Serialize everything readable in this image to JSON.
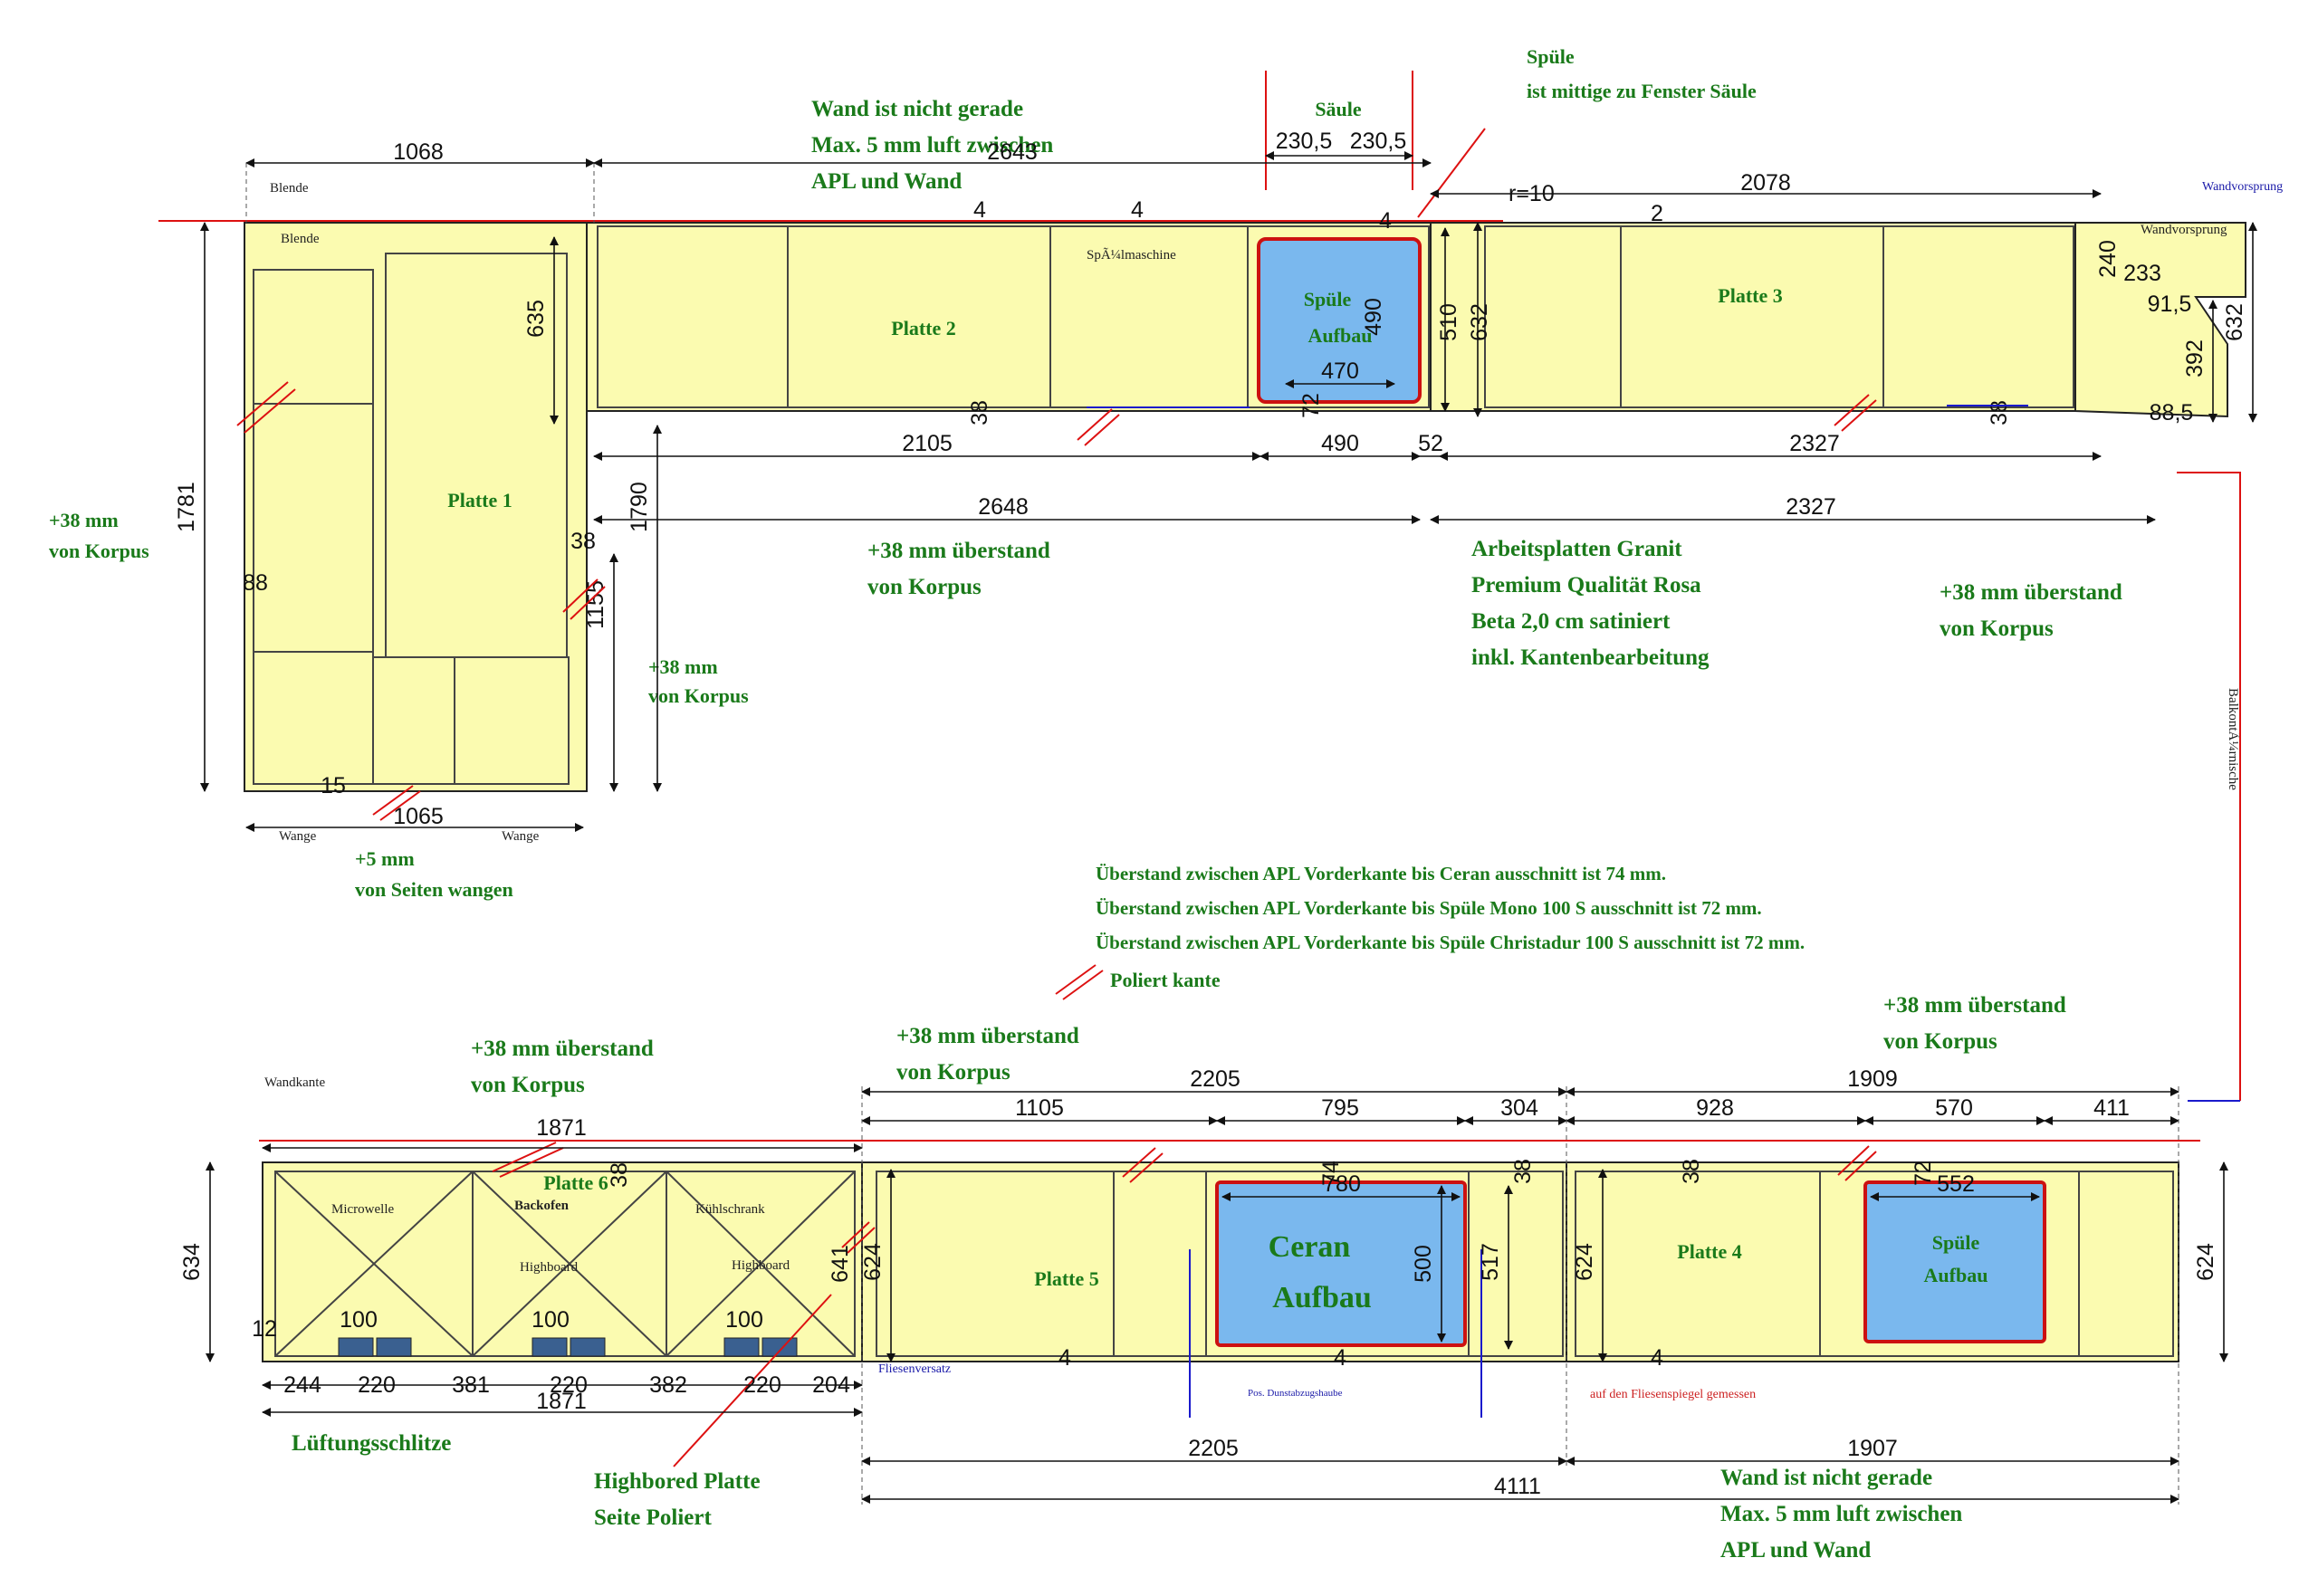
{
  "upper": {
    "plate_labels": [
      "Platte 1",
      "Platte 2",
      "Platte 3"
    ],
    "tags": {
      "blende_outer": "Blende",
      "blende_inner": "Blende",
      "spuelmaschine": "SpÃ¼lmaschine",
      "wandvorsprung_blue": "Wandvorsprung",
      "wandvorsprung_black": "Wandvorsprung",
      "wange_left": "Wange",
      "wange_right": "Wange",
      "balkontuer": "BalkontÃ¼rnische"
    },
    "sink": {
      "line1": "Spüle",
      "line2": "Aufbau",
      "width": "470",
      "height": "490",
      "offset": "72"
    },
    "saeule": "Säule",
    "saeule_dims": [
      "230,5",
      "230,5"
    ],
    "spuele_note": [
      "Spüle",
      "ist mittige zu Fenster Säule"
    ],
    "wall_note": [
      "Wand ist nicht gerade",
      "Max. 5 mm luft zwischen",
      "APL und Wand"
    ],
    "material_note": [
      "Arbeitsplatten Granit",
      "Premium Qualität Rosa",
      "Beta 2,0 cm satiniert",
      "inkl. Kantenbearbeitung"
    ],
    "korpus_left": [
      "+38 mm",
      "von Korpus"
    ],
    "korpus_mid": [
      "+38 mm überstand",
      "von Korpus"
    ],
    "korpus_small": [
      "+38 mm",
      "von Korpus"
    ],
    "korpus_right": [
      "+38 mm überstand",
      "von Korpus"
    ],
    "wangen_note": [
      "+5 mm",
      "von Seiten wangen"
    ],
    "radius": "r=10",
    "dims": {
      "d1068": "1068",
      "d2643": "2643",
      "d2078": "2078",
      "d635": "635",
      "d1781": "1781",
      "d1790": "1790",
      "d1155": "1155",
      "d38a": "38",
      "d88": "88",
      "d1065": "1065",
      "d2105": "2105",
      "d490": "490",
      "d52": "52",
      "d2327a": "2327",
      "d2648": "2648",
      "d2327b": "2327",
      "d510": "510",
      "d632a": "632",
      "d632b": "632",
      "d240": "240",
      "d233": "233",
      "d91_5": "91,5",
      "d392": "392",
      "d88_5": "88,5",
      "d38b": "38",
      "d38c": "38",
      "d4a": "4",
      "d4b": "4",
      "d4c": "4",
      "d2": "2",
      "d15": "15"
    }
  },
  "middle_notes": [
    "Überstand zwischen APL Vorderkante bis Ceran ausschnitt ist 74 mm.",
    "Überstand zwischen APL Vorderkante bis Spüle Mono 100 S ausschnitt ist 72 mm.",
    "Überstand zwischen APL Vorderkante bis Spüle Christadur 100 S ausschnitt ist 72 mm."
  ],
  "poliert_legend": "Poliert kante",
  "lower": {
    "plate_labels": [
      "Platte 6",
      "Platte 5",
      "Platte 4"
    ],
    "tags": {
      "wandkante": "Wandkante",
      "microwelle": "Microwelle",
      "backofen": "Backofen",
      "kuehlschrank": "Kühlschrank",
      "highboard1": "Highboard",
      "highboard2": "Highboard",
      "fliesenversatz": "Fliesenversatz",
      "dunstabzug": "Pos. Dunstabzugshaube",
      "fliesenspiegel": "auf den Fliesenspiegel gemessen"
    },
    "ceran": {
      "line1": "Ceran",
      "line2": "Aufbau",
      "width": "780",
      "height": "500",
      "offset": "74"
    },
    "sink": {
      "line1": "Spüle",
      "line2": "Aufbau",
      "width": "552",
      "offset": "72"
    },
    "korpus_left": [
      "+38 mm überstand",
      "von Korpus"
    ],
    "korpus_mid": [
      "+38 mm überstand",
      "von Korpus"
    ],
    "korpus_right": [
      "+38 mm überstand",
      "von Korpus"
    ],
    "lueftung": "Lüftungsschlitze",
    "highbored": [
      "Highbored Platte",
      "Seite Poliert"
    ],
    "wall_note": [
      "Wand ist nicht gerade",
      "Max. 5 mm luft zwischen",
      "APL und Wand"
    ],
    "vents": [
      "100",
      "100",
      "100"
    ],
    "dims": {
      "d1871a": "1871",
      "d2205a": "2205",
      "d1909": "1909",
      "d1105": "1105",
      "d795": "795",
      "d304": "304",
      "d928": "928",
      "d570": "570",
      "d411": "411",
      "d634": "634",
      "d624a": "624",
      "d641": "641",
      "d517": "517",
      "d624b": "624",
      "d624c": "624",
      "d244": "244",
      "d220a": "220",
      "d381": "381",
      "d220b": "220",
      "d382": "382",
      "d220c": "220",
      "d204": "204",
      "d1871b": "1871",
      "d2205b": "2205",
      "d1907": "1907",
      "d4111": "4111",
      "d38a": "38",
      "d38b": "38",
      "d38c": "38",
      "d12": "12",
      "d4a": "4",
      "d4b": "4",
      "d4c": "4"
    }
  }
}
